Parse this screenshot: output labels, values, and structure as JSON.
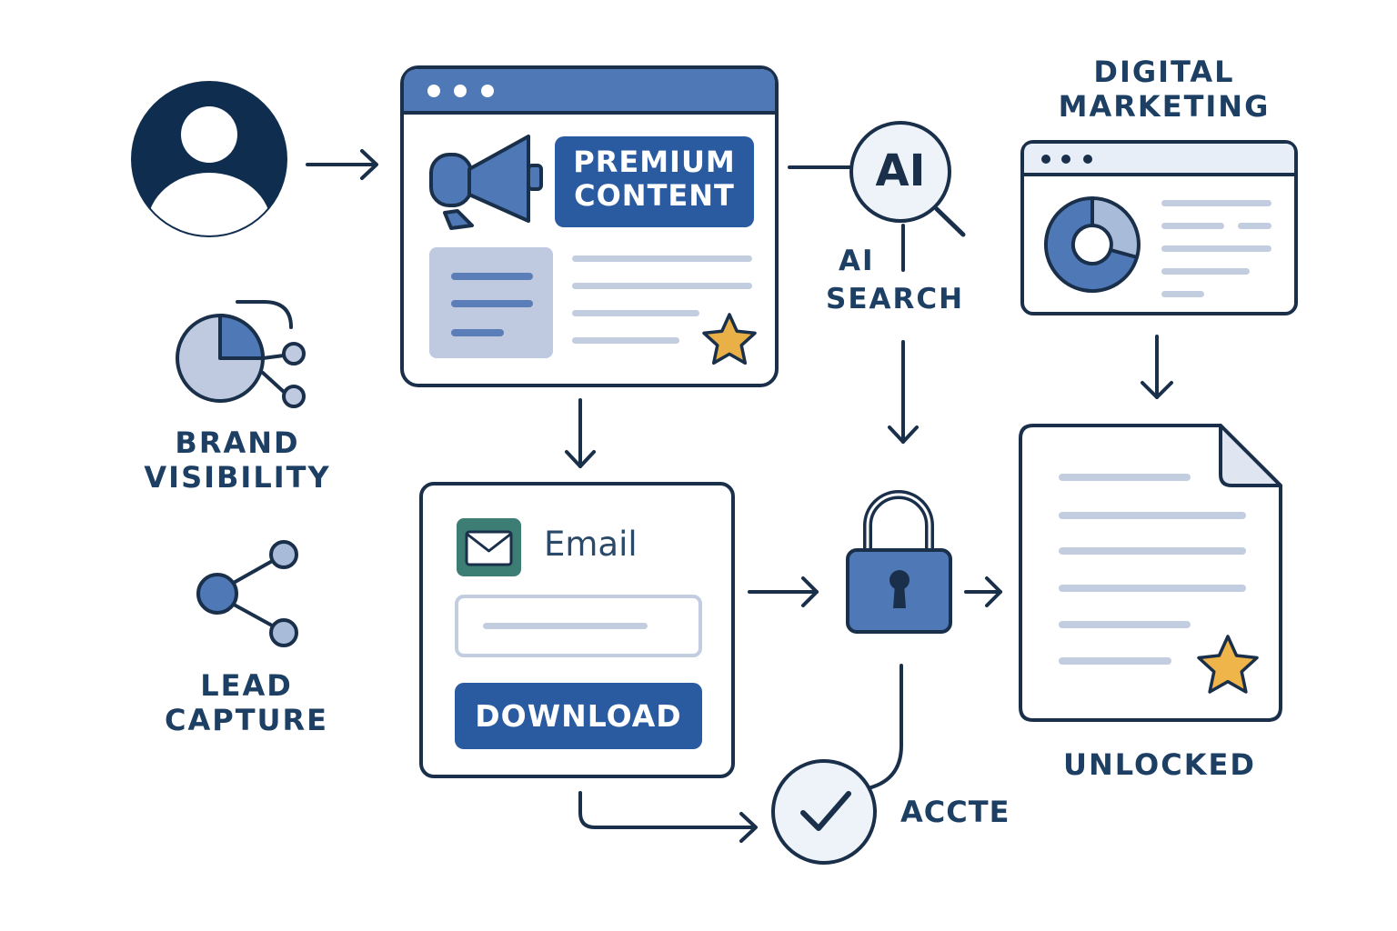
{
  "diagram": {
    "colors": {
      "navy": "#0f2d4f",
      "stroke": "#1a2f4a",
      "primary": "#2f5ea3",
      "mid": "#5b83c2",
      "light": "#b9c7de",
      "pale": "#e8eef7",
      "line": "#c2cde0",
      "gold": "#f0b54a",
      "teal": "#3d7e74",
      "text": "#1d3f63"
    },
    "premium": {
      "line1": "PREMIUM",
      "line2": "CONTENT"
    },
    "ai": {
      "badge": "AI",
      "label_line1": "AI",
      "label_line2": "SEARCH"
    },
    "digital": {
      "line1": "DIGITAL",
      "line2": "MARKETING"
    },
    "brand": {
      "line1": "BRAND",
      "line2": "VISIBILITY"
    },
    "lead": {
      "line1": "LEAD",
      "line2": "CAPTURE"
    },
    "form": {
      "email_label": "Email",
      "download_label": "DOWNLOAD"
    },
    "unlocked_label": "UNLOCKED",
    "access_label": "ACCTE",
    "icons": [
      "user-avatar-icon",
      "megaphone-icon",
      "magnifier-icon",
      "donut-chart-icon",
      "pie-network-icon",
      "share-icon",
      "envelope-icon",
      "padlock-icon",
      "document-icon",
      "star-icon",
      "checkmark-icon"
    ]
  }
}
